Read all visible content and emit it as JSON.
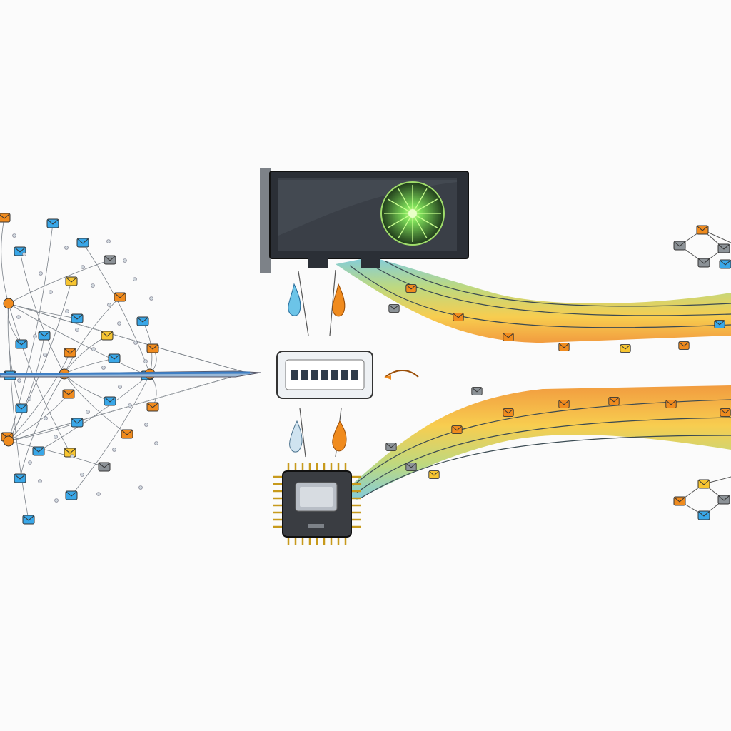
{
  "diagram": {
    "caption": "",
    "components": [
      {
        "id": "gpu",
        "icon": "graphics-card-icon",
        "color": "#2b2f36"
      },
      {
        "id": "fan",
        "icon": "fan-icon",
        "color": "#7fe05a"
      },
      {
        "id": "memory",
        "icon": "memory-module-icon",
        "color": "#c8d3de"
      },
      {
        "id": "cpu",
        "icon": "processor-chip-icon",
        "color": "#3a3d42"
      }
    ],
    "edge_colors": {
      "blue": "#39a7e8",
      "orange": "#f08b1e",
      "yellow": "#f7c531",
      "green": "#b2d36b",
      "teal": "#6cc4d8",
      "gray": "#8c9297"
    },
    "message_icon": "envelope-icon",
    "drop_icon": "droplet-icon"
  }
}
